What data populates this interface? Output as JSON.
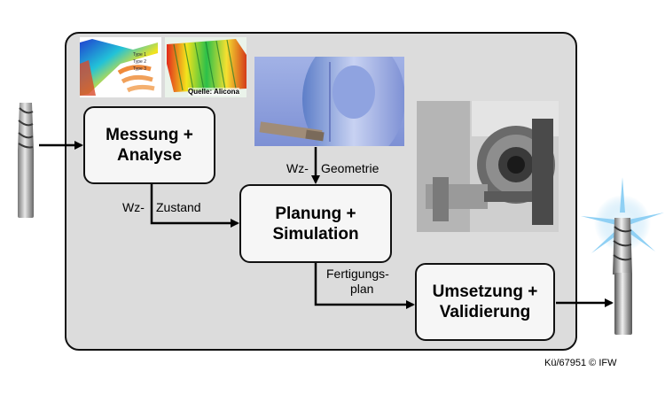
{
  "nodes": {
    "messung": {
      "line1": "Messung +",
      "line2": "Analyse"
    },
    "planung": {
      "line1": "Planung +",
      "line2": "Simulation"
    },
    "umsetzung": {
      "line1": "Umsetzung +",
      "line2": "Validierung"
    }
  },
  "edges": {
    "zustand": {
      "prefix": "Wz-",
      "label": "Zustand"
    },
    "geometrie": {
      "prefix": "Wz-",
      "label": "Geometrie"
    },
    "fertigung": {
      "line1": "Fertigungs-",
      "line2": "plan"
    }
  },
  "images": {
    "measurement_source": "Quelle: Alicona",
    "measurement_legend": [
      "Type 1",
      "Type 2",
      "Type 3"
    ]
  },
  "footer": {
    "credit": "Kü/67951 © IFW"
  },
  "colors": {
    "panel": "#dcdcdc",
    "box": "#f6f6f6",
    "stroke": "#111111",
    "sim_bg": "#8fa3e0"
  }
}
